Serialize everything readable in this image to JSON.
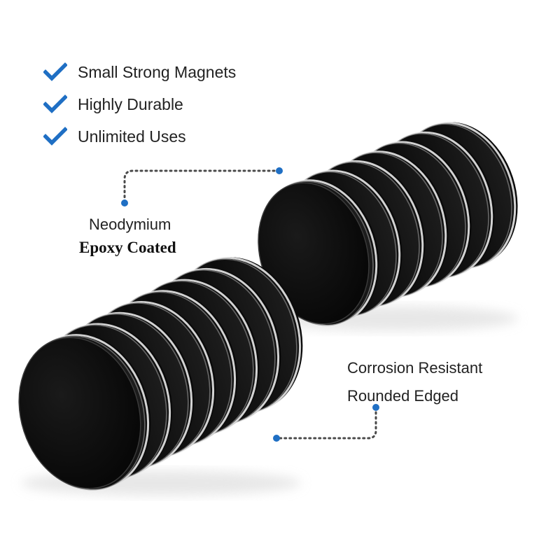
{
  "features": [
    {
      "label": "Small Strong Magnets",
      "icon": "check-icon"
    },
    {
      "label": "Highly Durable",
      "icon": "check-icon"
    },
    {
      "label": "Unlimited Uses",
      "icon": "check-icon"
    }
  ],
  "callout_top": {
    "line1": "Neodymium",
    "line2": "Epoxy Coated"
  },
  "callout_bottom": {
    "line1": "Corrosion Resistant",
    "line2": "Rounded Edged"
  },
  "colors": {
    "accent": "#1f6fc4",
    "magnet": "#0b0b0b",
    "highlight": "#e8e8e8",
    "text": "#222222"
  },
  "magnet_stacks": [
    {
      "name": "back-stack",
      "count": 7
    },
    {
      "name": "front-stack",
      "count": 8
    }
  ]
}
